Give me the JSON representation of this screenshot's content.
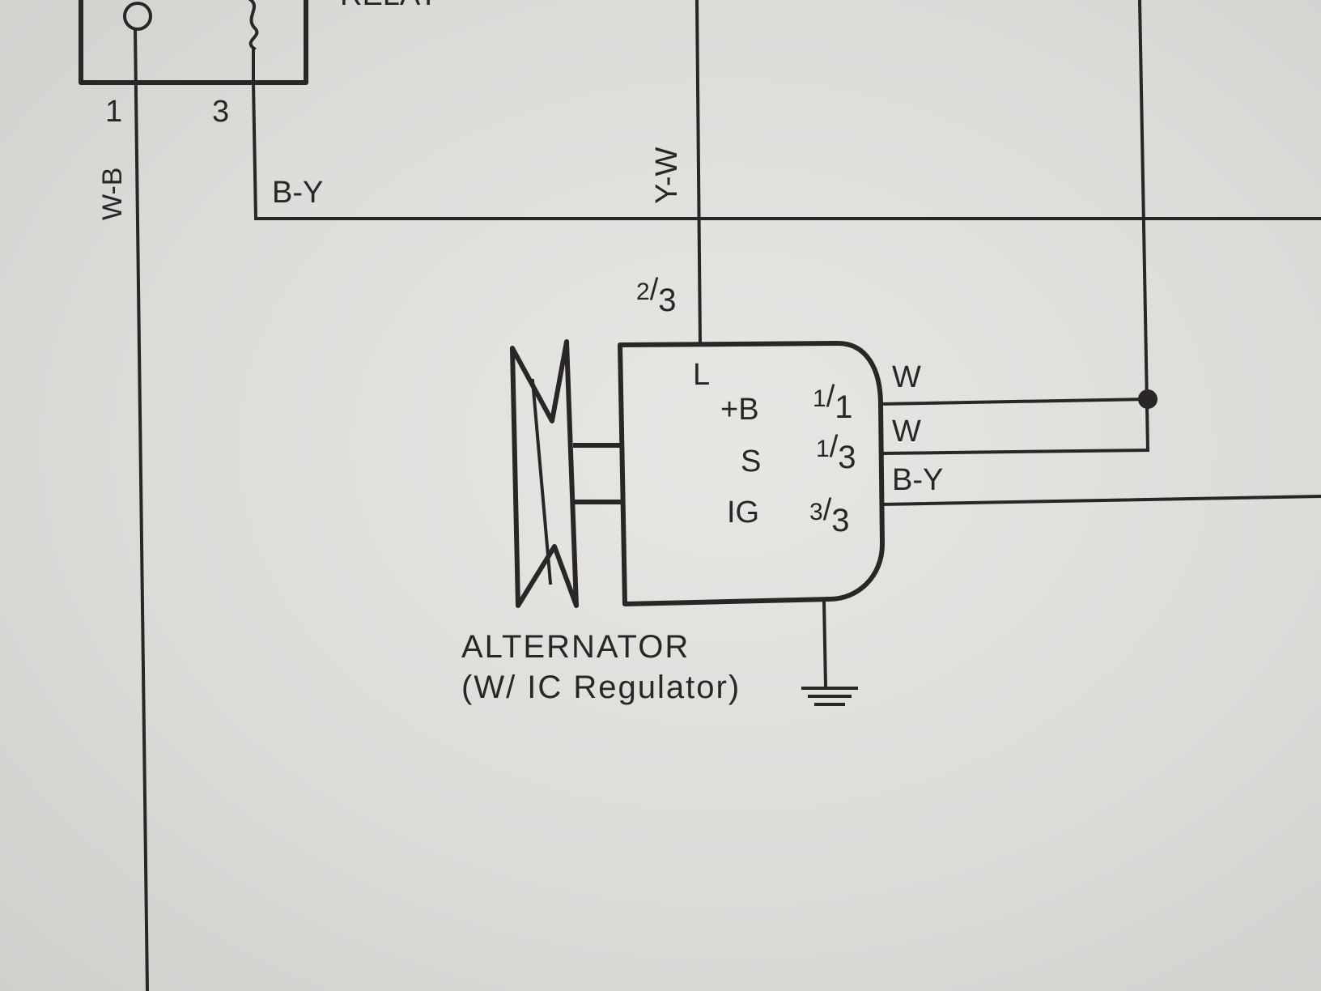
{
  "relay": {
    "label": "RELAY",
    "pin_left": "1",
    "pin_right": "3",
    "wire_left": "W-B",
    "wire_right": "B-Y"
  },
  "top_wire": {
    "color_code": "Y-W",
    "connector_num": "2",
    "connector_den": "3"
  },
  "alternator": {
    "title": "ALTERNATOR",
    "subtitle": "(W/  IC Regulator)",
    "terminals": {
      "L": "L",
      "B": "+B",
      "S": "S",
      "IG": "IG"
    },
    "connectors": {
      "b_num": "1",
      "b_den": "1",
      "s_num": "1",
      "s_den": "3",
      "ig_num": "3",
      "ig_den": "3"
    },
    "wires": {
      "upper_w": "W",
      "lower_w": "W",
      "by": "B-Y"
    }
  }
}
